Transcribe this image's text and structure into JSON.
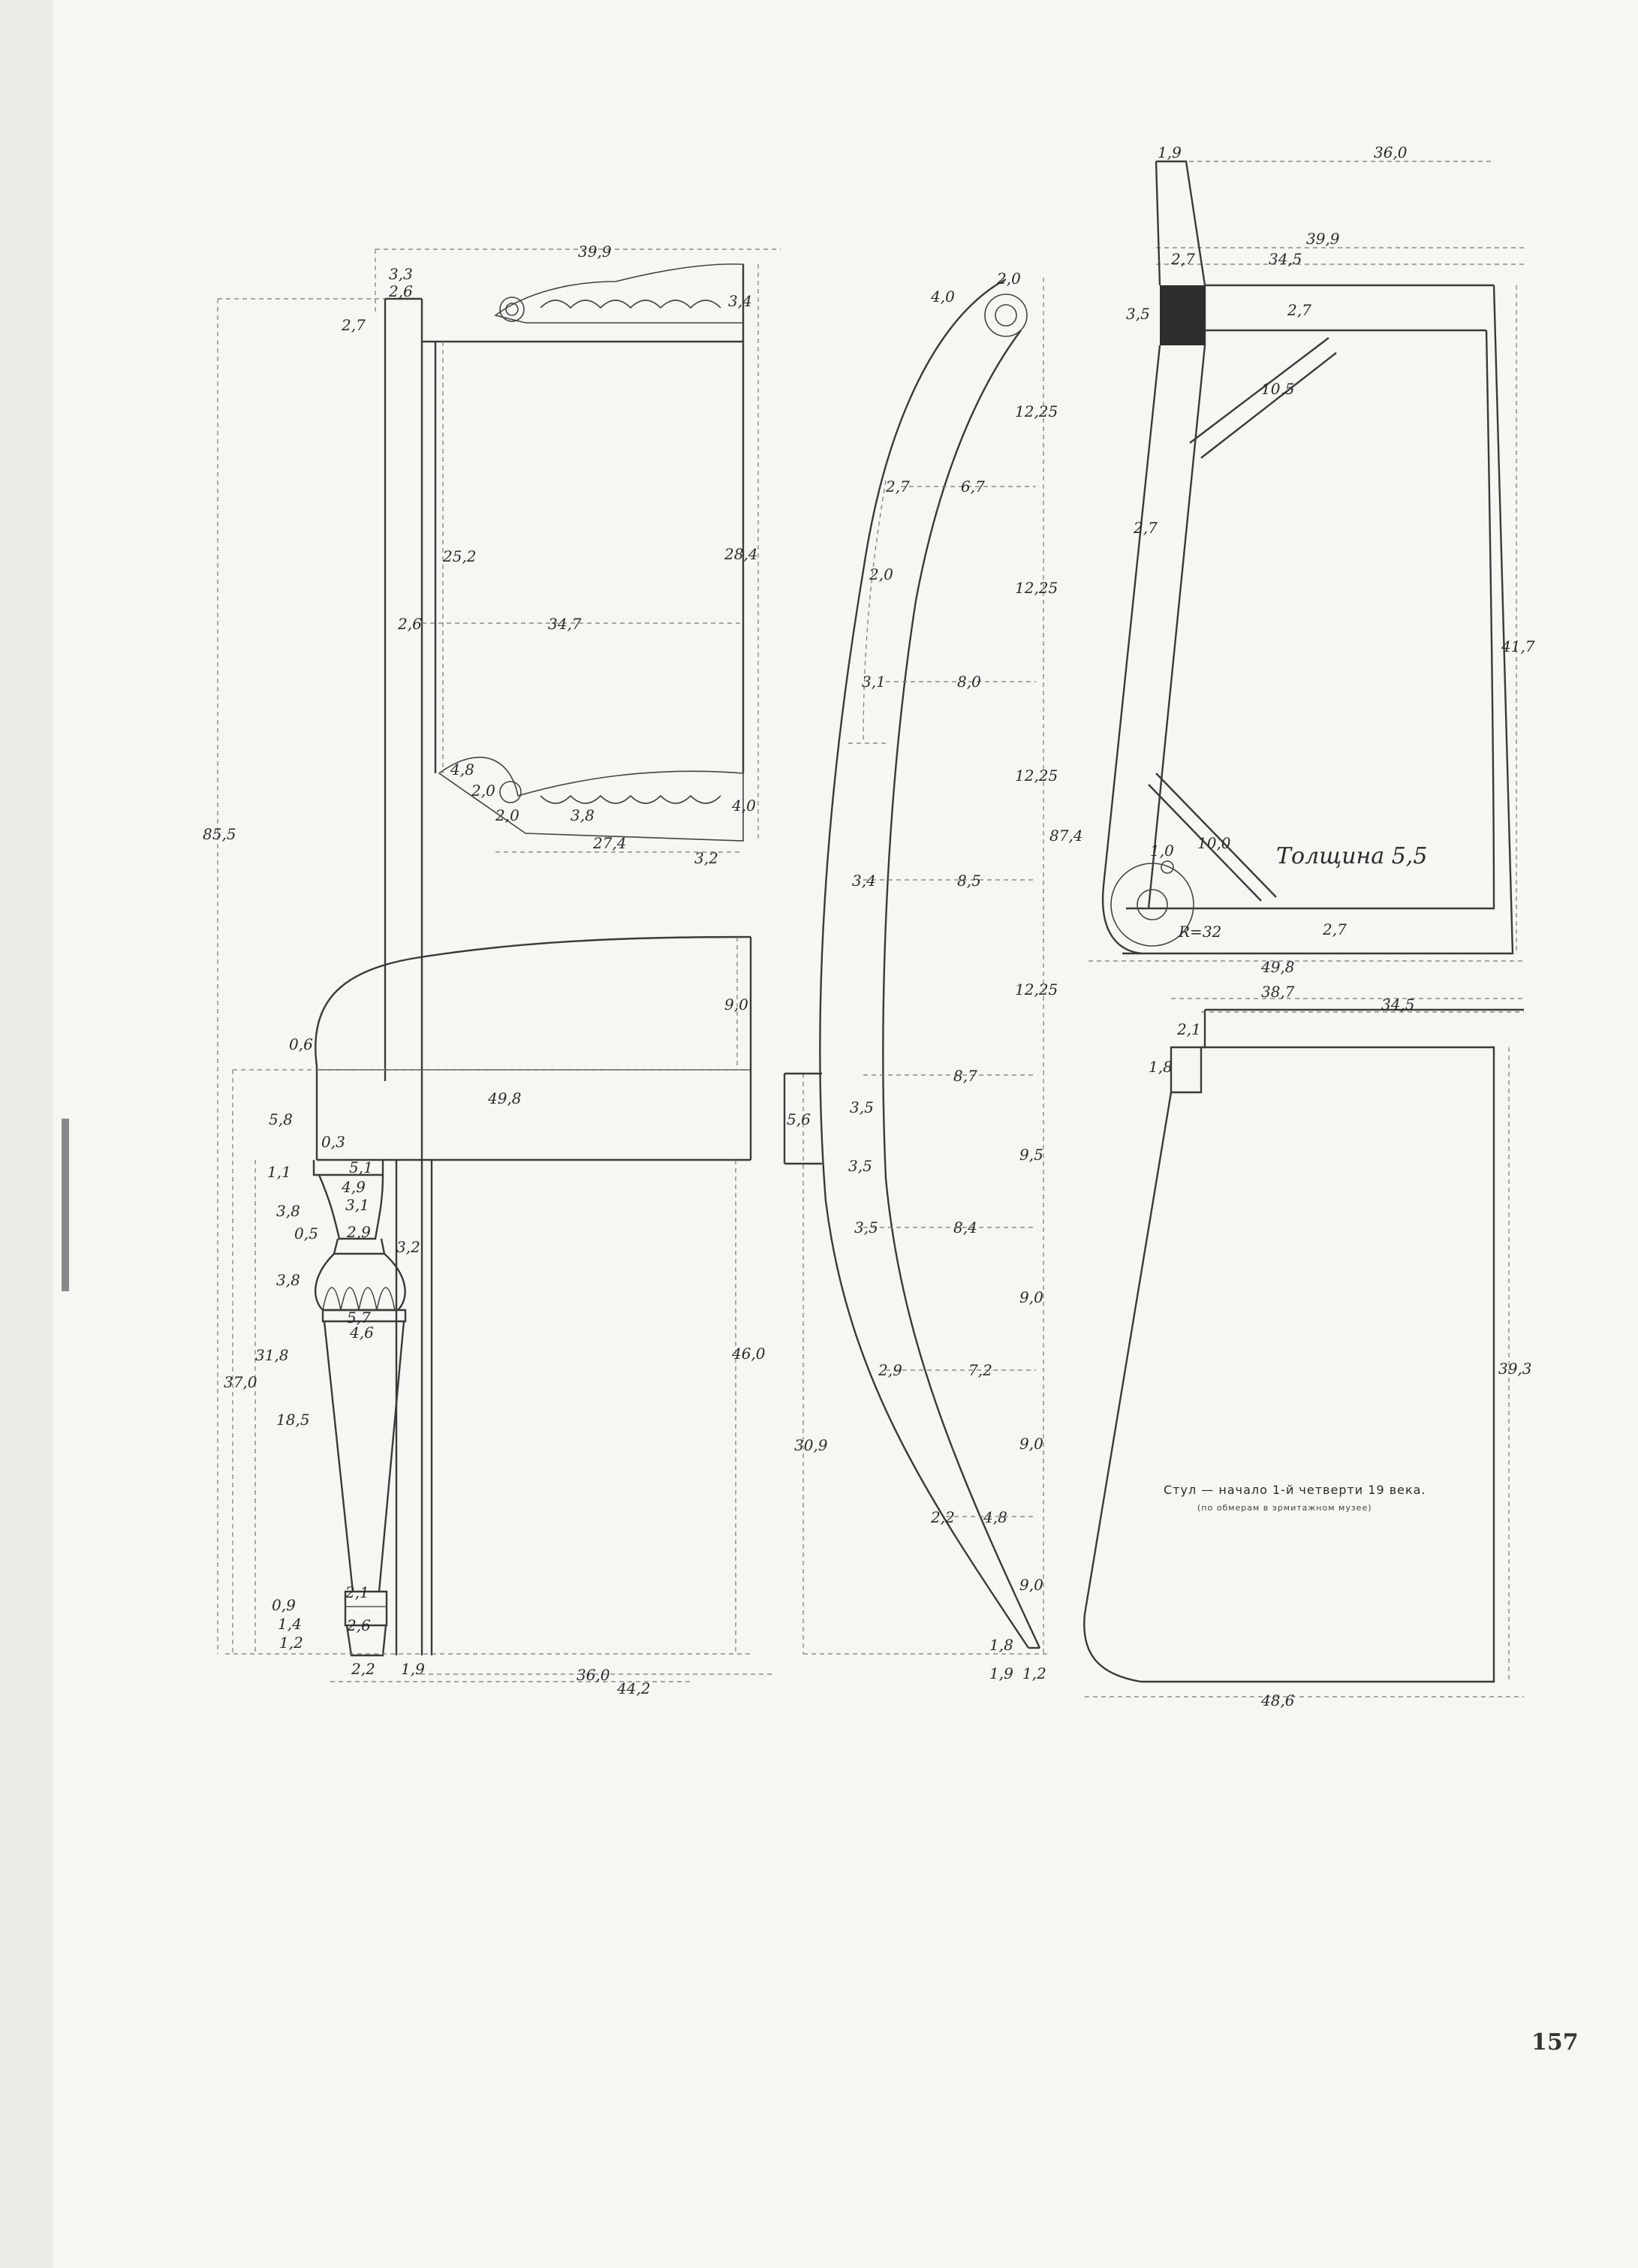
{
  "page_number": "157",
  "caption": {
    "title": "Стул — начало 1-й четверти 19 века.",
    "subtitle": "(по обмерам в эрмитажном музее)"
  },
  "notes": {
    "thickness": "Толщина 5,5",
    "radius": "R=32"
  },
  "side_view": {
    "labels": [
      "39,9",
      "3,3",
      "2,6",
      "2,7",
      "3,4",
      "25,2",
      "28,4",
      "2,6",
      "34,7",
      "4,8",
      "2,0",
      "2,0",
      "3,8",
      "4,0",
      "27,4",
      "3,2",
      "85,5",
      "9,0",
      "0,6",
      "49,8",
      "5,8",
      "0,3",
      "1,1",
      "5,1",
      "4,9",
      "3,1",
      "3,8",
      "0,5",
      "2,9",
      "3,2",
      "3,8",
      "5,7",
      "4,6",
      "31,8",
      "37,0",
      "18,5",
      "46,0",
      "0,9",
      "2,1",
      "1,4",
      "2,6",
      "1,2",
      "2,2",
      "1,9",
      "36,0",
      "44,2"
    ]
  },
  "back_profile": {
    "labels": [
      "4,0",
      "2,0",
      "12,25",
      "2,7",
      "6,7",
      "2,0",
      "12,25",
      "3,1",
      "8,0",
      "12,25",
      "3,4",
      "8,5",
      "87,4",
      "12,25",
      "5,6",
      "3,5",
      "8,7",
      "3,5",
      "9,5",
      "3,5",
      "8,4",
      "9,0",
      "2,9",
      "7,2",
      "30,9",
      "9,0",
      "2,2",
      "4,8",
      "9,0",
      "1,8",
      "1,9",
      "1,2"
    ]
  },
  "plan_view": {
    "labels": [
      "1,9",
      "36,0",
      "39,9",
      "2,7",
      "34,5",
      "3,5",
      "2,7",
      "10,5",
      "2,7",
      "41,7",
      "1,0",
      "10,0",
      "2,7",
      "49,8"
    ]
  },
  "seat_plan": {
    "labels": [
      "38,7",
      "34,5",
      "2,1",
      "1,8",
      "39,3",
      "48,6"
    ]
  }
}
